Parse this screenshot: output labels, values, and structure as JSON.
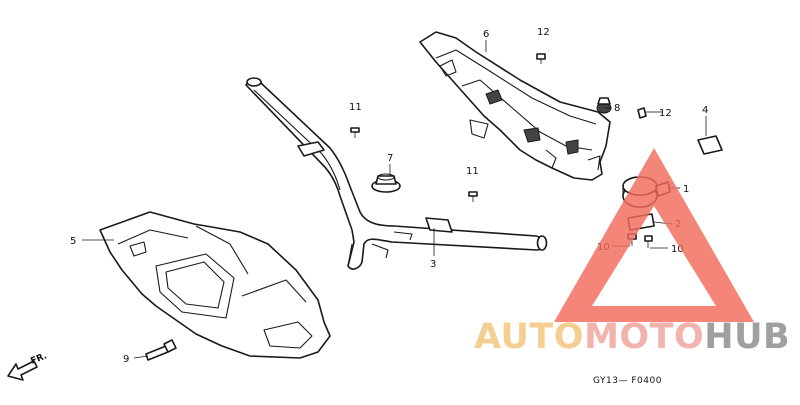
{
  "callouts": {
    "c1": "1",
    "c2": "2",
    "c3": "3",
    "c4": "4",
    "c5": "5",
    "c6": "6",
    "c7": "7",
    "c8": "8",
    "c9": "9",
    "c10a": "10",
    "c10b": "10",
    "c11a": "11",
    "c11b": "11",
    "c12a": "12",
    "c12b": "12"
  },
  "direction_label": "FR.",
  "diagram_code": "GY13— F0400",
  "watermark": {
    "part1": "AUTO",
    "part2": "MOTO",
    "part3": "HUB",
    "colors": {
      "auto": "#f3c57a",
      "moto": "#f0a39a",
      "hub": "#8c8c8c",
      "triangle": "#f26b5b"
    }
  }
}
